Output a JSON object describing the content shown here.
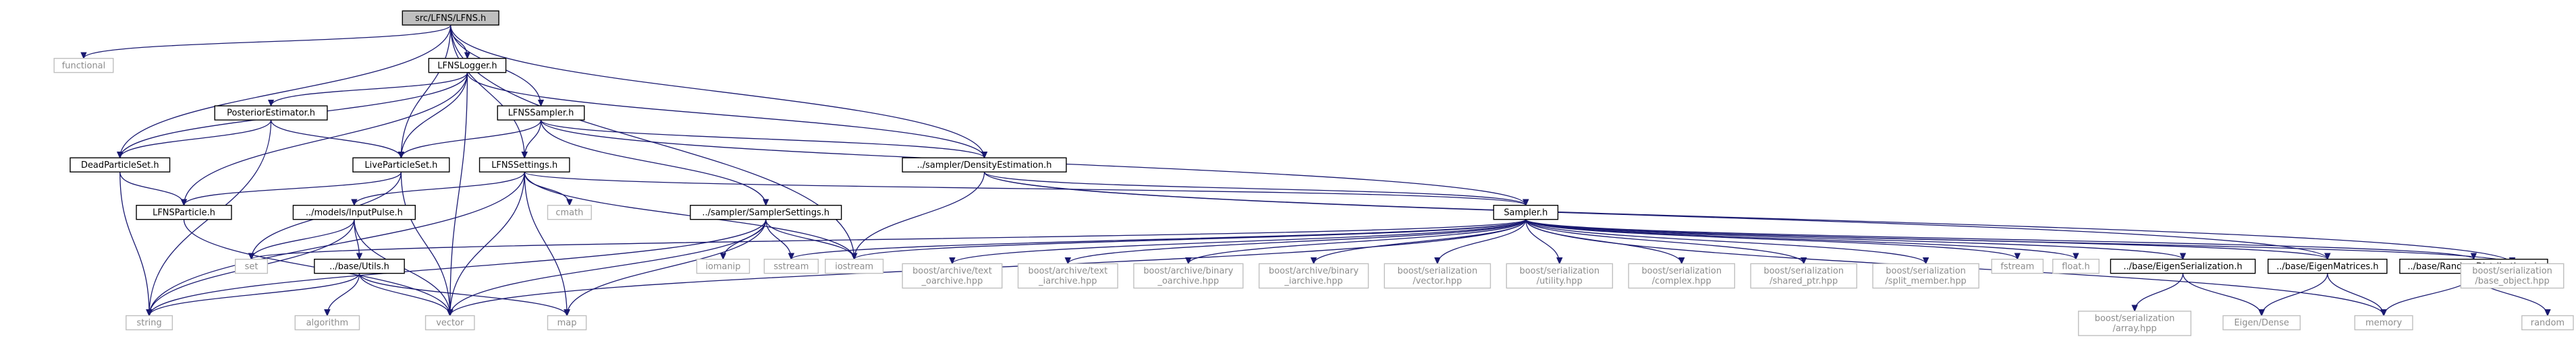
{
  "colors": {
    "edge": "#191970",
    "root_fill": "#bfbfbf",
    "root_stroke": "#000000",
    "documented_fill": "#ffffff",
    "documented_stroke": "#000000",
    "external_fill": "#ffffff",
    "external_stroke": "#bfbfbf",
    "external_text": "#8c8c8c",
    "text": "#000000"
  },
  "nodes": [
    {
      "id": "root",
      "kind": "root",
      "lines": [
        "src/LFNS/LFNS.h"
      ]
    },
    {
      "id": "functional",
      "kind": "external",
      "lines": [
        "functional"
      ]
    },
    {
      "id": "lfnslogger",
      "kind": "documented",
      "lines": [
        "LFNSLogger.h"
      ]
    },
    {
      "id": "posterior",
      "kind": "documented",
      "lines": [
        "PosteriorEstimator.h"
      ]
    },
    {
      "id": "lfnssampler",
      "kind": "documented",
      "lines": [
        "LFNSSampler.h"
      ]
    },
    {
      "id": "deadparticle",
      "kind": "documented",
      "lines": [
        "DeadParticleSet.h"
      ]
    },
    {
      "id": "liveparticle",
      "kind": "documented",
      "lines": [
        "LiveParticleSet.h"
      ]
    },
    {
      "id": "lfnssettings",
      "kind": "documented",
      "lines": [
        "LFNSSettings.h"
      ]
    },
    {
      "id": "density",
      "kind": "documented",
      "lines": [
        "../sampler/DensityEstimation.h"
      ]
    },
    {
      "id": "lfnsparticle",
      "kind": "documented",
      "lines": [
        "LFNSParticle.h"
      ]
    },
    {
      "id": "inputpulse",
      "kind": "documented",
      "lines": [
        "../models/InputPulse.h"
      ]
    },
    {
      "id": "cmath",
      "kind": "external",
      "lines": [
        "cmath"
      ]
    },
    {
      "id": "samplersettings",
      "kind": "documented",
      "lines": [
        "../sampler/SamplerSettings.h"
      ]
    },
    {
      "id": "sampler",
      "kind": "documented",
      "lines": [
        "Sampler.h"
      ]
    },
    {
      "id": "set",
      "kind": "external",
      "lines": [
        "set"
      ]
    },
    {
      "id": "utils",
      "kind": "documented",
      "lines": [
        "../base/Utils.h"
      ]
    },
    {
      "id": "iomanip",
      "kind": "external",
      "lines": [
        "iomanip"
      ]
    },
    {
      "id": "sstream",
      "kind": "external",
      "lines": [
        "sstream"
      ]
    },
    {
      "id": "iostream",
      "kind": "external",
      "lines": [
        "iostream"
      ]
    },
    {
      "id": "bat_oarch",
      "kind": "external",
      "lines": [
        "boost/archive/text",
        "_oarchive.hpp"
      ]
    },
    {
      "id": "bat_iarch",
      "kind": "external",
      "lines": [
        "boost/archive/text",
        "_iarchive.hpp"
      ]
    },
    {
      "id": "bab_oarch",
      "kind": "external",
      "lines": [
        "boost/archive/binary",
        "_oarchive.hpp"
      ]
    },
    {
      "id": "bab_iarch",
      "kind": "external",
      "lines": [
        "boost/archive/binary",
        "_iarchive.hpp"
      ]
    },
    {
      "id": "bs_vector",
      "kind": "external",
      "lines": [
        "boost/serialization",
        "/vector.hpp"
      ]
    },
    {
      "id": "bs_utility",
      "kind": "external",
      "lines": [
        "boost/serialization",
        "/utility.hpp"
      ]
    },
    {
      "id": "bs_complex",
      "kind": "external",
      "lines": [
        "boost/serialization",
        "/complex.hpp"
      ]
    },
    {
      "id": "bs_shared",
      "kind": "external",
      "lines": [
        "boost/serialization",
        "/shared_ptr.hpp"
      ]
    },
    {
      "id": "bs_split",
      "kind": "external",
      "lines": [
        "boost/serialization",
        "/split_member.hpp"
      ]
    },
    {
      "id": "fstream",
      "kind": "external",
      "lines": [
        "fstream"
      ]
    },
    {
      "id": "floath",
      "kind": "external",
      "lines": [
        "float.h"
      ]
    },
    {
      "id": "eigenser",
      "kind": "documented",
      "lines": [
        "../base/EigenSerialization.h"
      ]
    },
    {
      "id": "eigenmat",
      "kind": "documented",
      "lines": [
        "../base/EigenMatrices.h"
      ]
    },
    {
      "id": "randdist",
      "kind": "documented",
      "lines": [
        "../base/RandomDistributions.h"
      ]
    },
    {
      "id": "bs_object",
      "kind": "external",
      "lines": [
        "boost/serialization",
        "/base_object.hpp"
      ]
    },
    {
      "id": "string",
      "kind": "external",
      "lines": [
        "string"
      ]
    },
    {
      "id": "algorithm",
      "kind": "external",
      "lines": [
        "algorithm"
      ]
    },
    {
      "id": "vector",
      "kind": "external",
      "lines": [
        "vector"
      ]
    },
    {
      "id": "map",
      "kind": "external",
      "lines": [
        "map"
      ]
    },
    {
      "id": "bs_array",
      "kind": "external",
      "lines": [
        "boost/serialization",
        "/array.hpp"
      ]
    },
    {
      "id": "eigendense",
      "kind": "external",
      "lines": [
        "Eigen/Dense"
      ]
    },
    {
      "id": "memory",
      "kind": "external",
      "lines": [
        "memory"
      ]
    },
    {
      "id": "random",
      "kind": "external",
      "lines": [
        "random"
      ]
    }
  ],
  "edges": [
    [
      "root",
      "functional"
    ],
    [
      "root",
      "lfnslogger"
    ],
    [
      "root",
      "lfnssampler"
    ],
    [
      "root",
      "deadparticle"
    ],
    [
      "root",
      "liveparticle"
    ],
    [
      "root",
      "lfnssettings"
    ],
    [
      "root",
      "density"
    ],
    [
      "root",
      "iostream"
    ],
    [
      "lfnslogger",
      "posterior"
    ],
    [
      "lfnslogger",
      "deadparticle"
    ],
    [
      "lfnslogger",
      "liveparticle"
    ],
    [
      "lfnslogger",
      "lfnsparticle"
    ],
    [
      "lfnslogger",
      "density"
    ],
    [
      "lfnslogger",
      "vector"
    ],
    [
      "posterior",
      "deadparticle"
    ],
    [
      "posterior",
      "liveparticle"
    ],
    [
      "posterior",
      "string"
    ],
    [
      "lfnssampler",
      "liveparticle"
    ],
    [
      "lfnssampler",
      "lfnssettings"
    ],
    [
      "lfnssampler",
      "density"
    ],
    [
      "lfnssampler",
      "samplersettings"
    ],
    [
      "lfnssampler",
      "sampler"
    ],
    [
      "deadparticle",
      "lfnsparticle"
    ],
    [
      "deadparticle",
      "string"
    ],
    [
      "liveparticle",
      "lfnsparticle"
    ],
    [
      "liveparticle",
      "set"
    ],
    [
      "liveparticle",
      "vector"
    ],
    [
      "lfnssettings",
      "inputpulse"
    ],
    [
      "lfnssettings",
      "cmath"
    ],
    [
      "lfnssettings",
      "iostream"
    ],
    [
      "lfnssettings",
      "string"
    ],
    [
      "lfnssettings",
      "map"
    ],
    [
      "lfnssettings",
      "vector"
    ],
    [
      "lfnssettings",
      "sampler"
    ],
    [
      "density",
      "sampler"
    ],
    [
      "density",
      "iostream"
    ],
    [
      "density",
      "eigenmat"
    ],
    [
      "density",
      "bs_object"
    ],
    [
      "lfnsparticle",
      "vector"
    ],
    [
      "inputpulse",
      "utils"
    ],
    [
      "inputpulse",
      "set"
    ],
    [
      "inputpulse",
      "string"
    ],
    [
      "inputpulse",
      "vector"
    ],
    [
      "samplersettings",
      "iomanip"
    ],
    [
      "samplersettings",
      "sstream"
    ],
    [
      "samplersettings",
      "iostream"
    ],
    [
      "samplersettings",
      "map"
    ],
    [
      "samplersettings",
      "string"
    ],
    [
      "samplersettings",
      "vector"
    ],
    [
      "utils",
      "string"
    ],
    [
      "utils",
      "algorithm"
    ],
    [
      "utils",
      "vector"
    ],
    [
      "utils",
      "map"
    ],
    [
      "sampler",
      "set"
    ],
    [
      "sampler",
      "sstream"
    ],
    [
      "sampler",
      "iostream"
    ],
    [
      "sampler",
      "bat_oarch"
    ],
    [
      "sampler",
      "bat_iarch"
    ],
    [
      "sampler",
      "bab_oarch"
    ],
    [
      "sampler",
      "bab_iarch"
    ],
    [
      "sampler",
      "bs_vector"
    ],
    [
      "sampler",
      "bs_utility"
    ],
    [
      "sampler",
      "bs_complex"
    ],
    [
      "sampler",
      "bs_shared"
    ],
    [
      "sampler",
      "bs_split"
    ],
    [
      "sampler",
      "fstream"
    ],
    [
      "sampler",
      "floath"
    ],
    [
      "sampler",
      "eigenser"
    ],
    [
      "sampler",
      "eigenmat"
    ],
    [
      "sampler",
      "randdist"
    ],
    [
      "sampler",
      "bs_object"
    ],
    [
      "sampler",
      "vector"
    ],
    [
      "sampler",
      "memory"
    ],
    [
      "eigenser",
      "bs_array"
    ],
    [
      "eigenser",
      "eigendense"
    ],
    [
      "eigenmat",
      "eigendense"
    ],
    [
      "eigenmat",
      "memory"
    ],
    [
      "randdist",
      "memory"
    ],
    [
      "randdist",
      "random"
    ]
  ]
}
